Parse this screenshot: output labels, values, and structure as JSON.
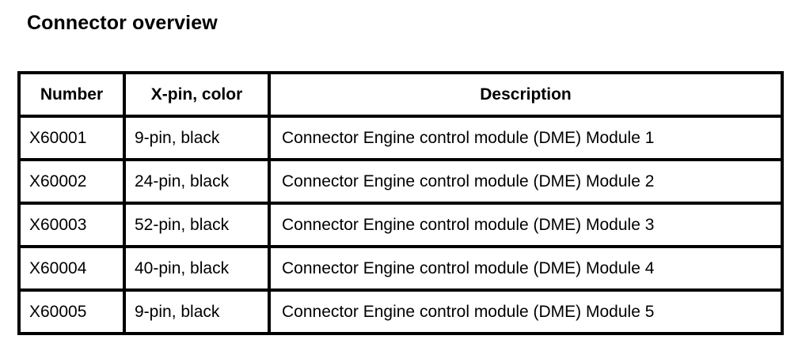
{
  "page": {
    "title": "Connector overview",
    "background_color": "#ffffff",
    "text_color": "#000000",
    "border_color": "#000000"
  },
  "table": {
    "columns": [
      {
        "key": "number",
        "label": "Number"
      },
      {
        "key": "xpin",
        "label": "X-pin, color"
      },
      {
        "key": "description",
        "label": "Description"
      }
    ],
    "rows": [
      {
        "number": "X60001",
        "xpin": "9-pin, black",
        "description": "Connector Engine control module (DME) Module 1"
      },
      {
        "number": "X60002",
        "xpin": "24-pin, black",
        "description": "Connector Engine control module (DME) Module 2"
      },
      {
        "number": "X60003",
        "xpin": "52-pin, black",
        "description": "Connector Engine control module (DME) Module 3"
      },
      {
        "number": "X60004",
        "xpin": "40-pin, black",
        "description": "Connector Engine control module (DME) Module 4"
      },
      {
        "number": "X60005",
        "xpin": "9-pin, black",
        "description": "Connector Engine control module (DME) Module 5"
      }
    ]
  }
}
